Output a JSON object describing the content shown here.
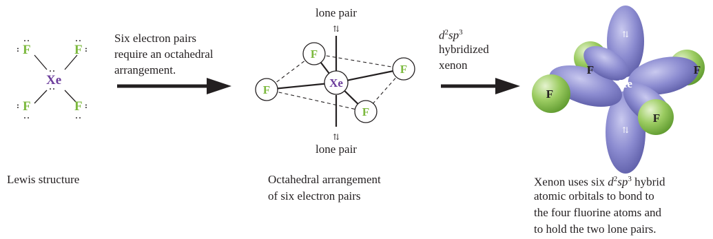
{
  "lewis": {
    "center": "Xe",
    "ligands": [
      "F",
      "F",
      "F",
      "F"
    ],
    "lone_pair_dots": ":",
    "caption": "Lewis structure"
  },
  "step1": {
    "label_lines": [
      "Six electron pairs",
      "require an octahedral",
      "arrangement."
    ]
  },
  "octahedral": {
    "lone_pair_top": "lone pair",
    "lone_pair_bottom": "lone pair",
    "electron_pair_glyph": "⇅",
    "center": "Xe",
    "ligands": [
      "F",
      "F",
      "F",
      "F"
    ],
    "caption_lines": [
      "Octahedral arrangement",
      "of six electron pairs"
    ]
  },
  "step2": {
    "hybrid_base1": "d",
    "hybrid_sup1": "2",
    "hybrid_base2": "sp",
    "hybrid_sup2": "3",
    "word1": "hybridized",
    "word2": "xenon"
  },
  "orbital_model": {
    "center": "Xe",
    "ligands": [
      "F",
      "F",
      "F",
      "F"
    ],
    "lone_pair_glyph": "⇅",
    "caption_prefix": "Xenon uses six ",
    "caption_hybrid_d": "d",
    "caption_sup1": "2",
    "caption_sp": "sp",
    "caption_sup2": "3",
    "caption_suffix": " hybrid",
    "caption_rest": [
      "atomic orbitals to bond to",
      "the four fluorine atoms and",
      "to hold the two lone pairs."
    ]
  },
  "colors": {
    "fluorine": "#7cb93e",
    "xenon": "#6b3c9b",
    "orbital": "#8f8fd0",
    "fluorine_sphere": "#8cc452",
    "arrow": "#231f20"
  }
}
